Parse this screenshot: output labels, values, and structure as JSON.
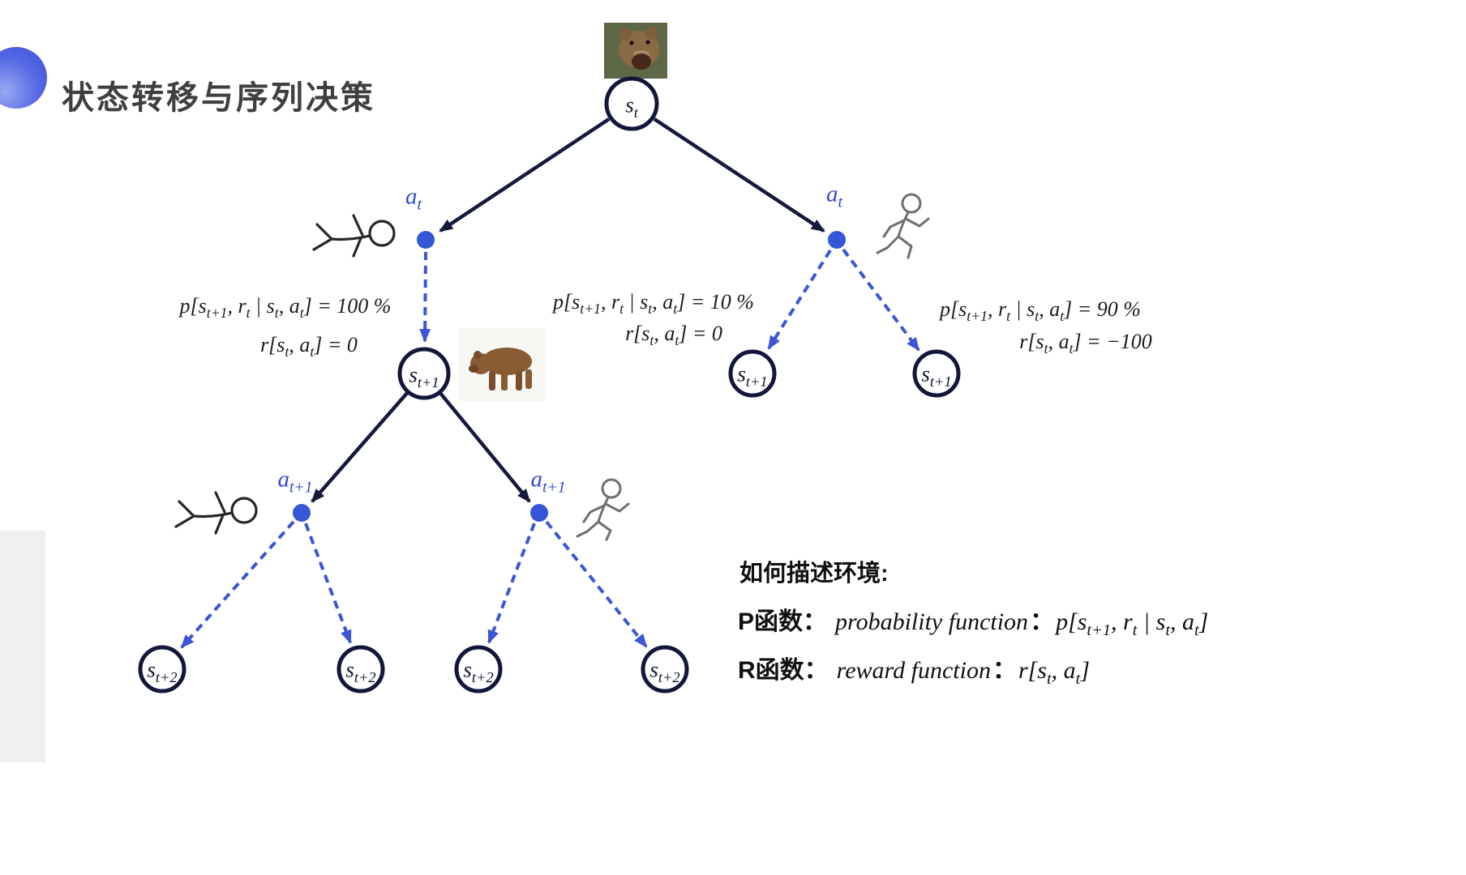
{
  "slide": {
    "title": "状态转移与序列决策"
  },
  "icons": {
    "title_accent": "blue-gradient-circle",
    "bear_roar": "bear-roar-photo",
    "bear_walk": "bear-walking-photo",
    "play_dead": "lying-person-icon",
    "run_away": "running-person-icon"
  },
  "colors": {
    "solid_edge": "#151a3d",
    "dashed_edge": "#3b55d6",
    "node_stroke": "#12173a",
    "action_dot": "#3556d8",
    "action_label": "#2d49cf",
    "accent": "#3d52da"
  },
  "nodes": {
    "root": "s_{t}",
    "s_next": "s_{t+1}",
    "s_next2": "s_{t+2}",
    "a_t": "a_{t}",
    "a_t1": "a_{t+1}"
  },
  "annotations": {
    "left": {
      "p": "p[s_{t+1}, r_{t} | s_{t}, a_{t}] = 100 %",
      "r": "r[s_{t}, a_{t}] = 0"
    },
    "middle": {
      "p": "p[s_{t+1}, r_{t} | s_{t}, a_{t}] = 10 %",
      "r": "r[s_{t}, a_{t}] = 0"
    },
    "right": {
      "p": "p[s_{t+1}, r_{t} | s_{t}, a_{t}] = 90 %",
      "r": "r[s_{t}, a_{t}] = −100"
    }
  },
  "legend": {
    "heading": "如何描述环境:",
    "p": {
      "label": "P函数：",
      "name": "probability function",
      "sep": "：",
      "formula": "p[s_{t+1}, r_{t} | s_{t}, a_{t}]"
    },
    "r": {
      "label": "R函数：",
      "name": "reward function",
      "sep": "：",
      "formula": "r[s_{t}, a_{t}]"
    }
  }
}
